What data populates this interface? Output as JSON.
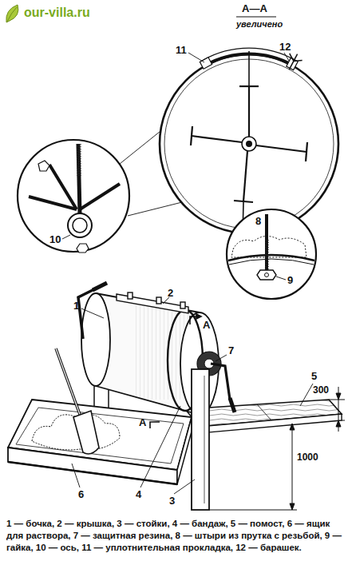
{
  "diagram": {
    "caption": "1 — бочка, 2 — крышка, 3 — стойки, 4 — бандаж, 5 — помост, 6 — ящик для раствора, 7 — защитная резина, 8 — штыри из прутка с резьбой, 9 — гайка, 10 — ось, 11 — уплотнительная прокладка, 12 — барашек.",
    "labels": [
      "our-villa.ru",
      "А—А",
      "увеличено",
      "11",
      "12",
      "10",
      "8",
      "9",
      "1",
      "2",
      "А",
      "7",
      "5",
      "300",
      "1000",
      "А",
      "6",
      "4",
      "3"
    ]
  }
}
